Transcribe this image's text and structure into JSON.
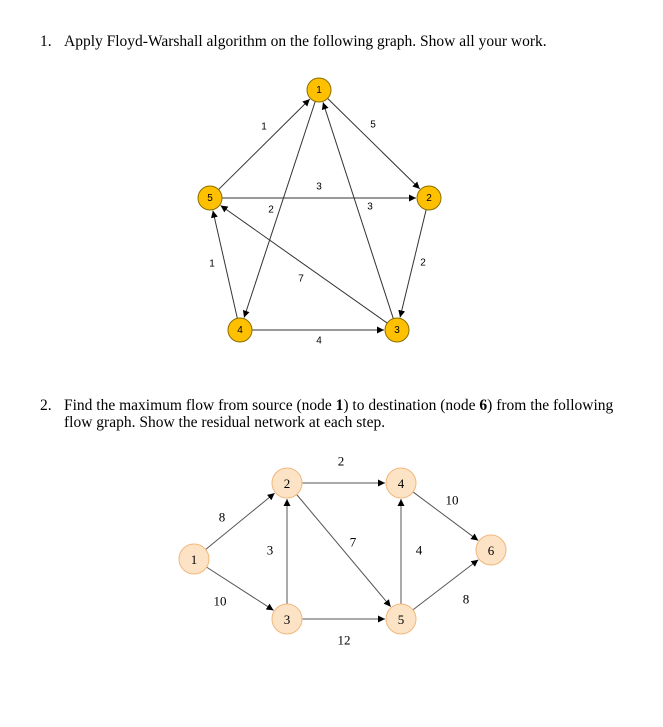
{
  "question1": {
    "number": "1.",
    "text": "Apply Floyd-Warshall algorithm on the following graph. Show all your work."
  },
  "question2": {
    "number": "2.",
    "line1_a": "Find the maximum flow from source (node ",
    "line1_b": "1",
    "line1_c": ") to destination (node ",
    "line1_d": "6",
    "line1_e": ") from the following",
    "line2": "flow graph. Show the residual network at each step."
  },
  "graph1": {
    "node_fill": "#ffc000",
    "node_stroke": "#8a6d00",
    "nodes": [
      {
        "id": "1",
        "label": "1"
      },
      {
        "id": "2",
        "label": "2"
      },
      {
        "id": "3",
        "label": "3"
      },
      {
        "id": "4",
        "label": "4"
      },
      {
        "id": "5",
        "label": "5"
      }
    ],
    "edges": [
      {
        "from": "5",
        "to": "1",
        "weight": "1"
      },
      {
        "from": "1",
        "to": "2",
        "weight": "5"
      },
      {
        "from": "5",
        "to": "2",
        "weight": "3"
      },
      {
        "from": "1",
        "to": "4",
        "weight": "2"
      },
      {
        "from": "3",
        "to": "1",
        "weight": "3"
      },
      {
        "from": "2",
        "to": "3",
        "weight": "2"
      },
      {
        "from": "3",
        "to": "5",
        "weight": "7"
      },
      {
        "from": "4",
        "to": "5",
        "weight": "1"
      },
      {
        "from": "4",
        "to": "3",
        "weight": "4"
      }
    ]
  },
  "graph2": {
    "node_fill": "#fde3c6",
    "node_stroke": "#f2b77a",
    "nodes": [
      {
        "id": "1",
        "label": "1"
      },
      {
        "id": "2",
        "label": "2"
      },
      {
        "id": "3",
        "label": "3"
      },
      {
        "id": "4",
        "label": "4"
      },
      {
        "id": "5",
        "label": "5"
      },
      {
        "id": "6",
        "label": "6"
      }
    ],
    "edges": [
      {
        "from": "1",
        "to": "2",
        "weight": "8"
      },
      {
        "from": "1",
        "to": "3",
        "weight": "10"
      },
      {
        "from": "3",
        "to": "2",
        "weight": "3"
      },
      {
        "from": "2",
        "to": "4",
        "weight": "2"
      },
      {
        "from": "2",
        "to": "5",
        "weight": "7"
      },
      {
        "from": "3",
        "to": "5",
        "weight": "12"
      },
      {
        "from": "5",
        "to": "4",
        "weight": "4"
      },
      {
        "from": "4",
        "to": "6",
        "weight": "10"
      },
      {
        "from": "5",
        "to": "6",
        "weight": "8"
      }
    ]
  }
}
